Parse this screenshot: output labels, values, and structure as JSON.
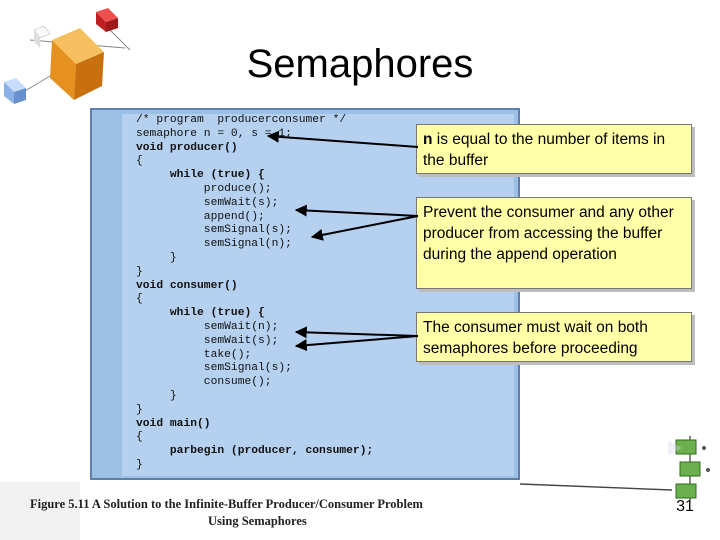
{
  "slide": {
    "title": "Semaphores",
    "page_number": "31"
  },
  "code_lines": [
    {
      "text": "/* program  producerconsumer */",
      "bold": false
    },
    {
      "text": "semaphore n = 0, s = 1;",
      "bold": false
    },
    {
      "text": "void producer()",
      "bold": true
    },
    {
      "text": "{",
      "bold": false
    },
    {
      "text": "     while (true) {",
      "bold": true
    },
    {
      "text": "          produce();",
      "bold": false
    },
    {
      "text": "          semWait(s);",
      "bold": false
    },
    {
      "text": "          append();",
      "bold": false
    },
    {
      "text": "          semSignal(s);",
      "bold": false
    },
    {
      "text": "          semSignal(n);",
      "bold": false
    },
    {
      "text": "     }",
      "bold": false
    },
    {
      "text": "}",
      "bold": false
    },
    {
      "text": "void consumer()",
      "bold": true
    },
    {
      "text": "{",
      "bold": false
    },
    {
      "text": "     while (true) {",
      "bold": true
    },
    {
      "text": "          semWait(n);",
      "bold": false
    },
    {
      "text": "          semWait(s);",
      "bold": false
    },
    {
      "text": "          take();",
      "bold": false
    },
    {
      "text": "          semSignal(s);",
      "bold": false
    },
    {
      "text": "          consume();",
      "bold": false
    },
    {
      "text": "     }",
      "bold": false
    },
    {
      "text": "}",
      "bold": false
    },
    {
      "text": "void main()",
      "bold": true
    },
    {
      "text": "{",
      "bold": false
    },
    {
      "text": "     parbegin (producer, consumer);",
      "bold": true
    },
    {
      "text": "}",
      "bold": false
    }
  ],
  "callouts": {
    "n_note_bold": "n",
    "n_note_rest": " is equal to the number of items in the buffer",
    "append_note": "Prevent the consumer and any other producer from accessing the buffer during the append operation",
    "consumer_note": "The consumer must wait on both semaphores before proceeding"
  },
  "caption": {
    "line1": "Figure 5.11   A Solution to the Infinite-Buffer Producer/Consumer Problem",
    "line2": "Using Semaphores"
  },
  "colors": {
    "code_panel": "#9bbfe5",
    "callout_bg": "#ffffa8",
    "cube_orange": "#f0a030",
    "cube_blue": "#8ab0e8",
    "cube_red": "#d03030",
    "stack_green": "#5aa040"
  },
  "icons": [
    "cube-cluster-icon",
    "green-stack-icon"
  ]
}
